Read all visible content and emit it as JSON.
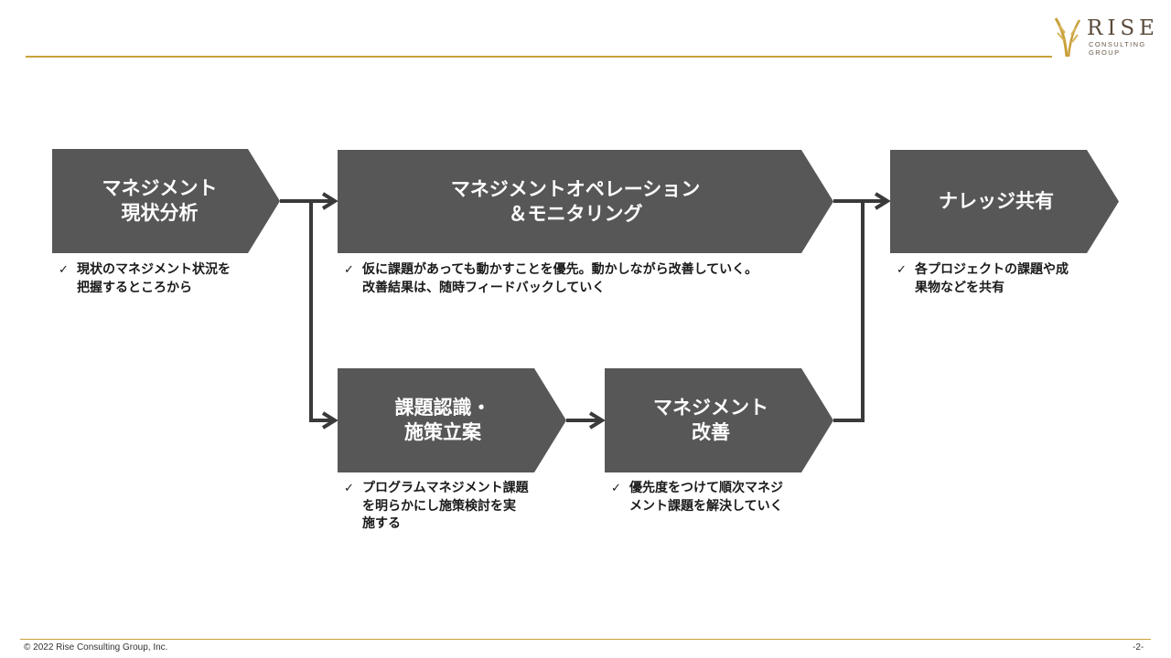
{
  "header": {
    "logo": {
      "word": "RISE",
      "line1": "CONSULTING",
      "line2": "GROUP"
    }
  },
  "colors": {
    "chevron_fill": "#575757",
    "accent_gold": "#c8a13a",
    "connector": "#3a3a3a"
  },
  "steps": {
    "current_state": {
      "title": "マネジメント\n現状分析",
      "note": "現状のマネジメント状況を\n把握するところから"
    },
    "operation": {
      "title": "マネジメントオペレーション\n＆モニタリング",
      "note": "仮に課題があっても動かすことを優先。動かしながら改善していく。\n改善結果は、随時フィードバックしていく"
    },
    "knowledge": {
      "title": "ナレッジ共有",
      "note": "各プロジェクトの課題や成\n果物などを共有"
    },
    "issue": {
      "title": "課題認識・\n施策立案",
      "note": "プログラムマネジメント課題\nを明らかにし施策検討を実\n施する"
    },
    "improve": {
      "title": "マネジメント\n改善",
      "note": "優先度をつけて順次マネジ\nメント課題を解決していく"
    }
  },
  "check_mark": "✓",
  "footer": {
    "copyright": "© 2022 Rise Consulting Group, Inc.",
    "page": "-2-"
  }
}
